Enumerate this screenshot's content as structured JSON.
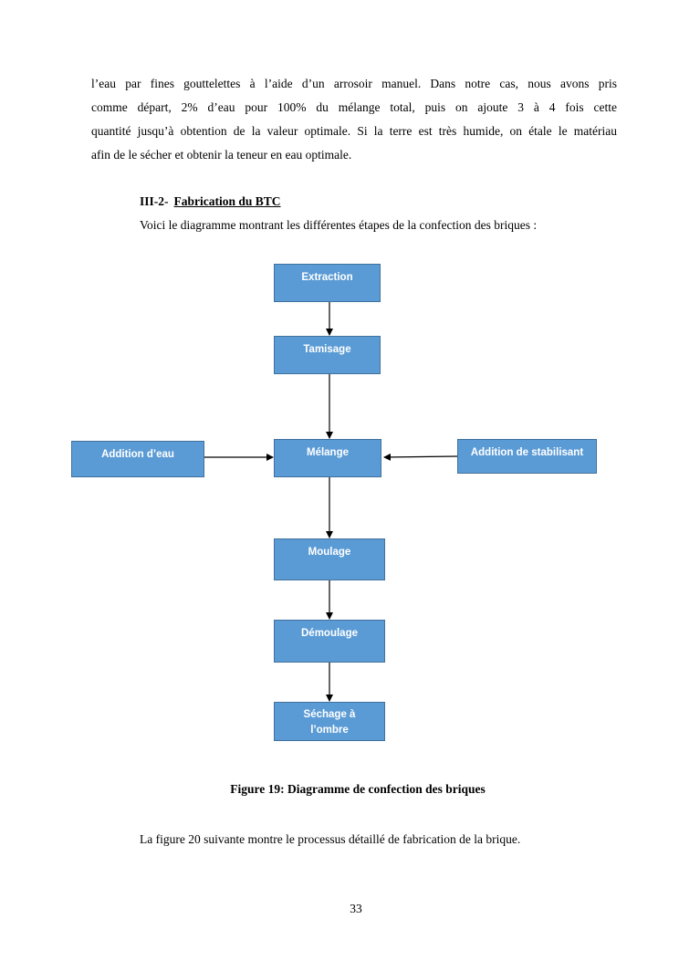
{
  "paragraph": {
    "lines": [
      "l’eau par fines gouttelettes à l’aide d’un arrosoir manuel. Dans notre cas, nous avons pris",
      "comme départ, 2% d’eau pour 100% du mélange total, puis on ajoute 3 à 4 fois cette",
      "quantité jusqu’à obtention de la valeur optimale. Si la terre est très humide, on étale le matériau",
      "afin de le sécher et obtenir la teneur en eau optimale."
    ]
  },
  "section": {
    "number": "III-2-",
    "title": "Fabrication du BTC",
    "intro": "Voici le diagramme montrant les différentes étapes de la confection des briques :"
  },
  "diagram": {
    "box_color": "#5b9bd5",
    "box_border_color": "#41719c",
    "steps": {
      "extraction": "Extraction",
      "tamisage": "Tamisage",
      "melange": "Mélange",
      "moulage": "Moulage",
      "demoulage": "Démoulage",
      "sechage": "Séchage à l’ombre"
    },
    "inputs": {
      "eau": "Addition d’eau",
      "stabilisant": "Addition de stabilisant"
    }
  },
  "caption": "Figure 19: Diagramme de confection des briques",
  "follow_text": "La figure 20 suivante montre le processus détaillé de  fabrication de la brique.",
  "page_number": "33"
}
